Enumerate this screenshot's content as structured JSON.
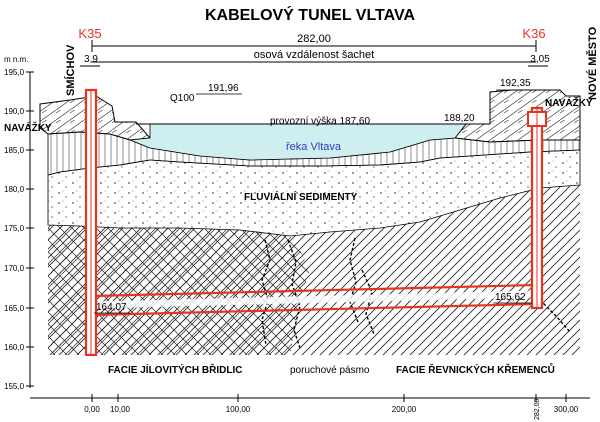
{
  "title": "KABELOVÝ TUNEL VLTAVA",
  "shafts": [
    {
      "name": "K35",
      "side_label": "SMÍCHOV",
      "offset": "3,9",
      "bottom_level": "164,07"
    },
    {
      "name": "K36",
      "side_label": "NOVÉ MĚSTO",
      "offset": "3,05",
      "top_level": "192,35",
      "bottom_level": "165,62"
    }
  ],
  "span": {
    "length": "282,00",
    "label": "osová vzdálenost šachet"
  },
  "axis": {
    "unit_label": "m n.m.",
    "levels": [
      "195,0",
      "190,0",
      "185,0",
      "180,0",
      "175,0",
      "170,0",
      "165,0",
      "160,0",
      "155,0"
    ]
  },
  "chainage": {
    "ticks": [
      "0,00",
      "10,00",
      "100,00",
      "200,00",
      "282,00",
      "300,00"
    ]
  },
  "water": {
    "q100_label": "Q100",
    "q100_level": "191,96",
    "operating_label": "provozní výška 187,60",
    "right_bank_level": "188,20",
    "river_label": "řeka Vltava"
  },
  "layers": {
    "fill_left": "NAVÁŽKY",
    "fill_right": "NAVÁŽKY",
    "sediments": "FLUVIÁLNÍ SEDIMENTY",
    "shale": "FACIE JÍLOVITÝCH BŘIDLIC",
    "fault": "poruchové pásmo",
    "quartzite": "FACIE ŘEVNICKÝCH KŘEMENCŮ"
  },
  "colors": {
    "shaft": "#e8331f",
    "water": "#cfeef0",
    "river_text": "#2a3fb8",
    "shaft_label": "#e8331f"
  }
}
